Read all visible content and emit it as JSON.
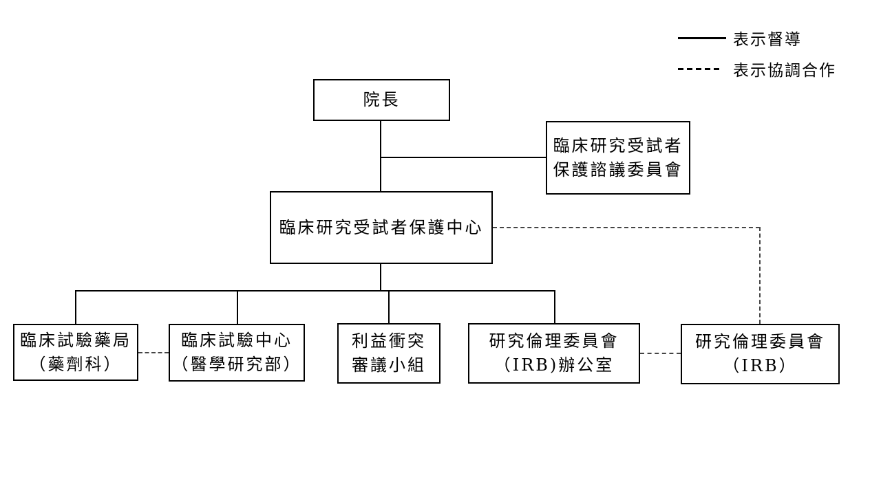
{
  "legend": {
    "items": [
      {
        "style": "solid",
        "label": "表示督導"
      },
      {
        "style": "dashed",
        "label": "表示協調合作"
      }
    ]
  },
  "nodes": {
    "director": {
      "label": "院長"
    },
    "advisory_committee": {
      "line1": "臨床研究受試者",
      "line2": "保護諮議委員會"
    },
    "protection_center": {
      "label": "臨床研究受試者保護中心"
    },
    "trial_pharmacy": {
      "line1": "臨床試驗藥局",
      "line2": "（藥劑科）"
    },
    "trial_center": {
      "line1": "臨床試驗中心",
      "line2": "（醫學研究部）"
    },
    "conflict_review": {
      "line1": "利益衝突",
      "line2": "審議小組"
    },
    "irb_office": {
      "line1": "研究倫理委員會",
      "line2": "（IRB)辦公室"
    },
    "irb": {
      "line1": "研究倫理委員會",
      "line2": "（IRB）"
    }
  },
  "colors": {
    "line": "#000000",
    "dashed_line": "#444444",
    "background": "#ffffff",
    "text": "#000000"
  }
}
